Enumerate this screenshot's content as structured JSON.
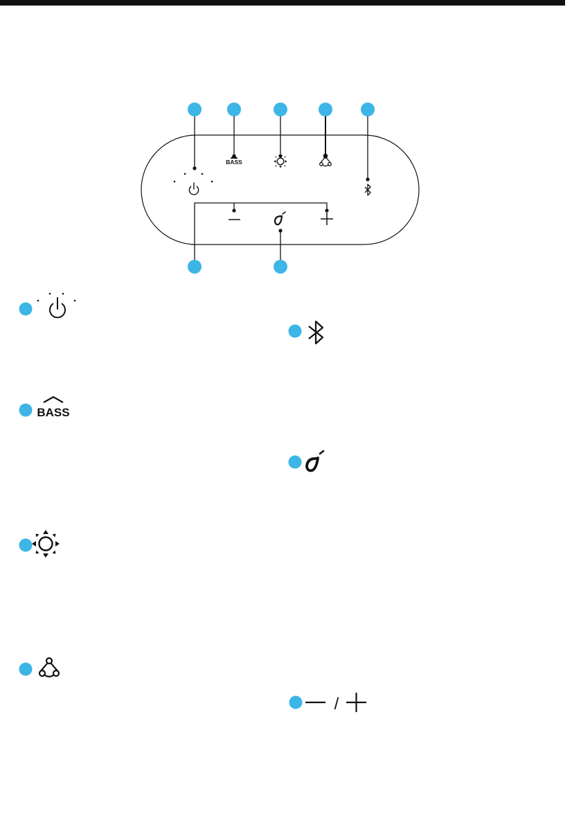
{
  "colors": {
    "accent": "#3db5e6",
    "ink": "#111111",
    "top_bar": "#111111"
  },
  "device_panel": {
    "bass_label": "BASS",
    "buttons": [
      {
        "icon": "power-icon"
      },
      {
        "icon": "bass-up-icon"
      },
      {
        "icon": "light-mode-icon"
      },
      {
        "icon": "share-link-icon"
      },
      {
        "icon": "bluetooth-icon"
      },
      {
        "icon": "minus-icon"
      },
      {
        "icon": "soundcore-logo-icon"
      },
      {
        "icon": "plus-icon"
      }
    ]
  },
  "legend": {
    "bass_label": "BASS",
    "volume_separator": "/",
    "items": [
      {
        "icon": "power-icon"
      },
      {
        "icon": "bass-up-icon"
      },
      {
        "icon": "light-mode-icon"
      },
      {
        "icon": "share-link-icon"
      },
      {
        "icon": "bluetooth-icon"
      },
      {
        "icon": "soundcore-logo-icon"
      },
      {
        "icon": "volume-minus-plus-icons"
      }
    ]
  }
}
